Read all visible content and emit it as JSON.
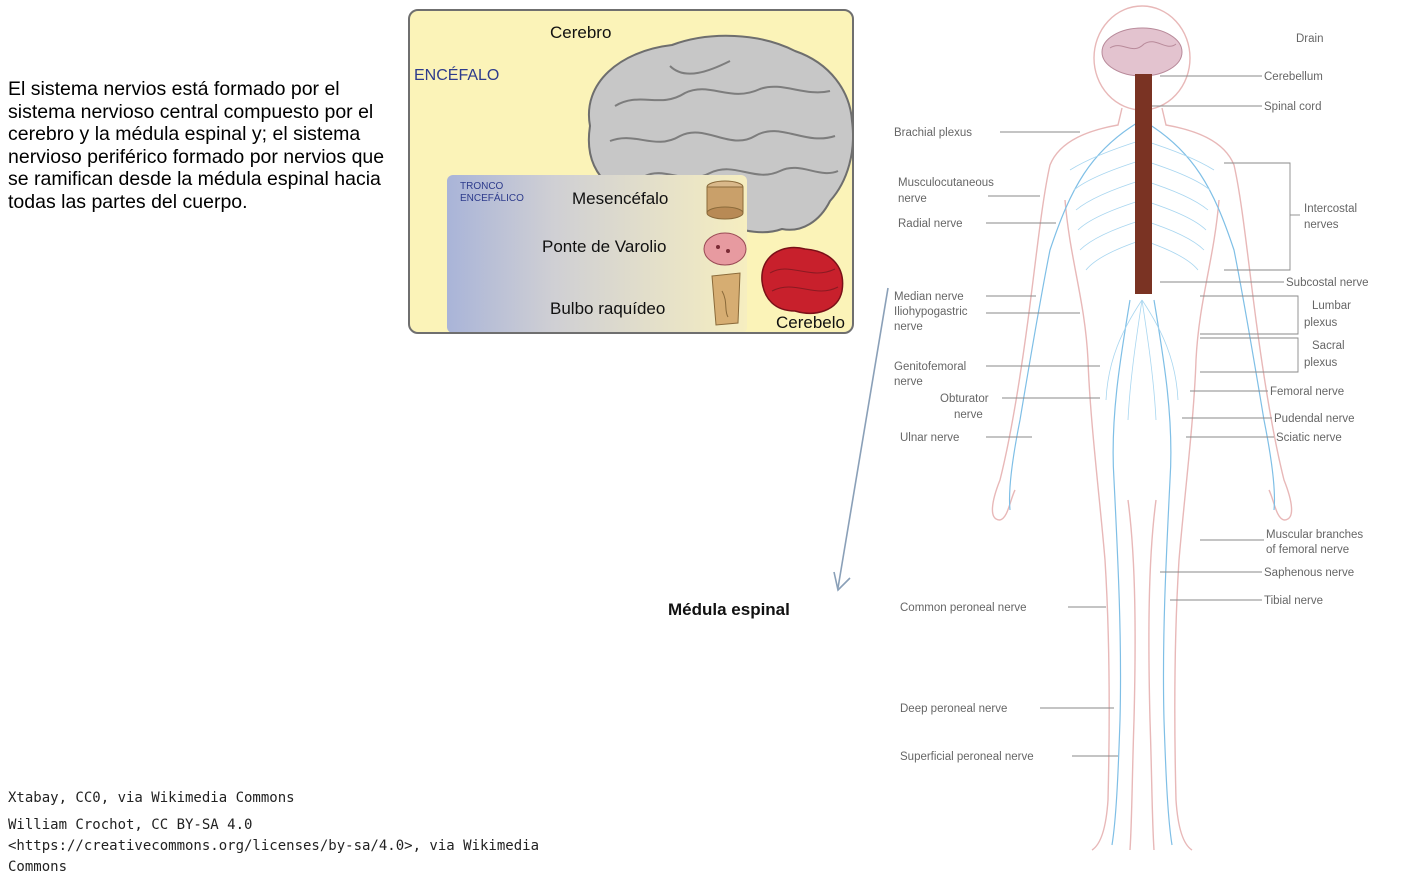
{
  "intro_text": "El sistema nervios está formado por el sistema nervioso central compuesto por el cerebro y la médula espinal y; el sistema nervioso periférico formado por nervios que se ramifican desde la médula espinal hacia todas las partes del cuerpo.",
  "brain_figure": {
    "cerebro": "Cerebro",
    "encefalo": "ENCÉFALO",
    "tronco_line1": "TRONCO",
    "tronco_line2": "ENCEFÁLICO",
    "mesencefalo": "Mesencéfalo",
    "ponte": "Ponte de Varolio",
    "bulbo": "Bulbo raquídeo",
    "cerebelo": "Cerebelo"
  },
  "callout_label": "Médula espinal",
  "credits": {
    "first": "Xtabay, CC0, via Wikimedia Commons",
    "second": "William Crochot, CC BY-SA 4.0 <https://creativecommons.org/licenses/by-sa/4.0>, via Wikimedia Commons"
  },
  "nervous_system": {
    "right_labels": {
      "brain": "Drain",
      "cerebellum": "Cerebellum",
      "spinal_cord": "Spinal cord",
      "intercostal_1": "Intercostal",
      "intercostal_2": "nerves",
      "subcostal": "Subcostal nerve",
      "lumbar_1": "Lumbar",
      "lumbar_2": "plexus",
      "sacral_1": "Sacral",
      "sacral_2": "plexus",
      "femoral": "Femoral nerve",
      "pudendal": "Pudendal nerve",
      "sciatic": "Sciatic nerve",
      "muscular_1": "Muscular branches",
      "muscular_2": "of femoral nerve",
      "saphenous": "Saphenous nerve",
      "tibial": "Tibial nerve"
    },
    "left_labels": {
      "brachial": "Brachial plexus",
      "musculo_1": "Musculocutaneous",
      "musculo_2": "nerve",
      "radial": "Radial nerve",
      "median": "Median nerve",
      "ilio_1": "Iliohypogastric",
      "ilio_2": "nerve",
      "genito_1": "Genitofemoral",
      "genito_2": "nerve",
      "obturator_1": "Obturator",
      "obturator_2": "nerve",
      "ulnar": "Ulnar nerve",
      "common_peroneal": "Common peroneal nerve",
      "deep_peroneal": "Deep peroneal nerve",
      "superficial_peroneal": "Superficial peroneal nerve"
    }
  },
  "colors": {
    "spinal_cord": "#7a3323",
    "nerves": "#7fbfe6",
    "body_outline": "#e8b8b8",
    "brain_card_bg": "#fbf3b8",
    "arrow": "#8aa0b8"
  }
}
